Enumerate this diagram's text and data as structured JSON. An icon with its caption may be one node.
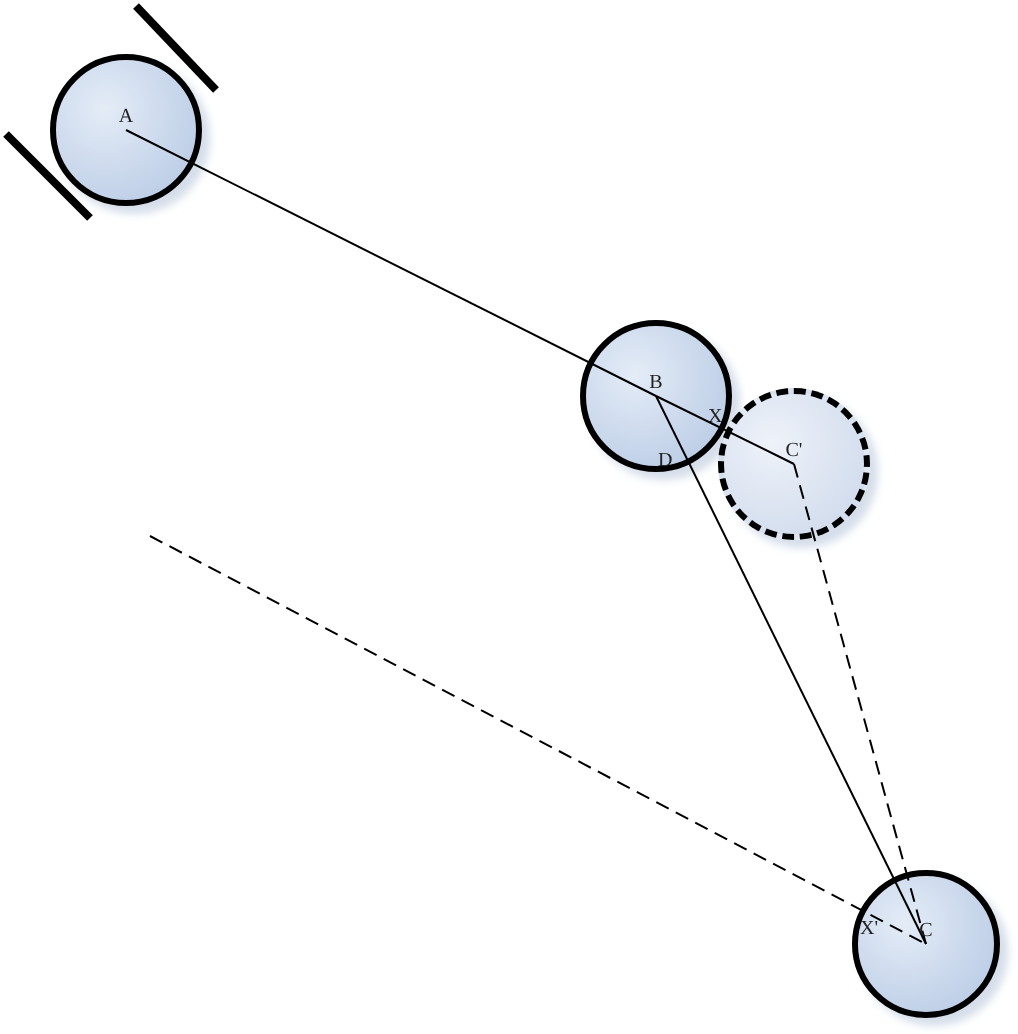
{
  "diagram": {
    "nodes": [
      {
        "text": [
          "A"
        ]
      },
      {
        "text": [
          "B"
        ]
      },
      {
        "text": [
          "C'"
        ]
      },
      {
        "text": [
          "C"
        ]
      }
    ],
    "edges": [
      {
        "from": 0,
        "to": 1,
        "arrow": "none"
      },
      {
        "from": 1,
        "to": 2,
        "arrow": "none"
      },
      {
        "from": 1,
        "to": 3,
        "arrow": "none"
      },
      {
        "from": 2,
        "to": 3,
        "arrow": "none",
        "style": "dashed"
      },
      {
        "from": null,
        "to": 3,
        "arrow": "none",
        "style": "dashed"
      }
    ],
    "labels": [
      "X",
      "D",
      "X'"
    ]
  }
}
